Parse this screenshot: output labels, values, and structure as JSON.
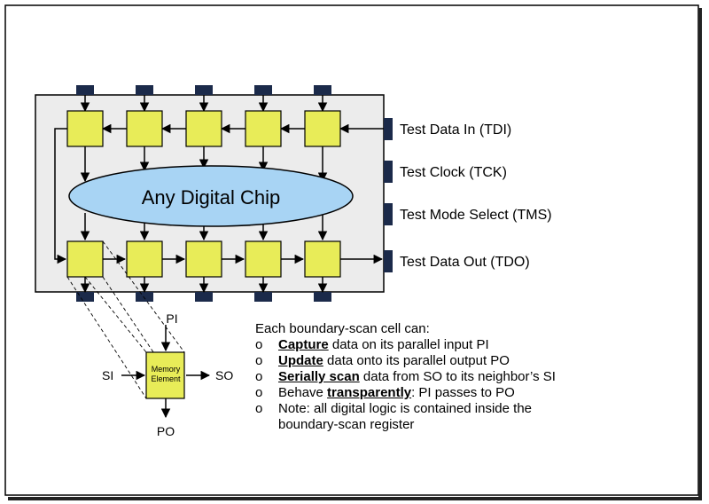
{
  "chip": {
    "label": "Any Digital Chip"
  },
  "pins": {
    "tdi": "Test Data In (TDI)",
    "tck": "Test Clock (TCK)",
    "tms": "Test Mode Select (TMS)",
    "tdo": "Test Data Out (TDO)"
  },
  "cell": {
    "line1": "Memory",
    "line2": "Element",
    "pi": "PI",
    "si": "SI",
    "so": "SO",
    "po": "PO"
  },
  "notes": {
    "intro": "Each boundary-scan cell can:",
    "bullet": "o",
    "items": [
      {
        "bold": "Capture",
        "rest": " data on its parallel input PI"
      },
      {
        "bold": "Update",
        "rest": " data onto its parallel output PO"
      },
      {
        "bold": "Serially scan",
        "rest": " data from SO to its neighbor’s SI"
      },
      {
        "pre": "Behave ",
        "bold": "transparently",
        "rest": ": PI passes to PO"
      }
    ],
    "note_line1": "Note: all digital logic is contained inside the",
    "note_line2": "boundary-scan register"
  },
  "colors": {
    "cell_fill": "#e8ec58",
    "chip_fill": "#a8d4f4",
    "chip_body": "#ececec",
    "pad": "#1b2a4a"
  }
}
